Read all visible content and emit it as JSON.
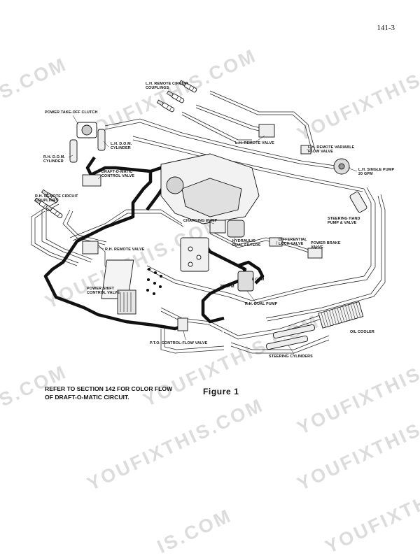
{
  "page_number": "141-3",
  "labels": {
    "lh_remote_circuit_couplings": "L.H. REMOTE CIRCUIT\nCOUPLINGS",
    "power_take_off_clutch": "POWER TAKE-OFF CLUTCH",
    "lh_dom_cylinder": "L.H. D.O.M.\nCYLINDER",
    "rh_dom_cylinder": "R.H. D.O.M.\nCYLINDER",
    "draft_o_matic_control_valve": "DRAFT-O-MATIC\nCONTROL VALVE",
    "lh_remote_valve": "L.H. REMOTE VALVE",
    "lh_remote_variable_flow_valve": "L.H. REMOTE VARIABLE\nFLOW VALVE",
    "lh_single_pump": "L.H. SINGLE PUMP\n20 GPM",
    "rh_remote_circuit_couplings": "R.H. REMOTE CIRCUIT\nCOUPLINGS",
    "charging_pump": "CHARGING PUMP",
    "steering_hand_pump": "STEERING HAND\nPUMP & VALVE",
    "hydraulic_dual_filters": "HYDRAULIC\nDUAL FILTERS",
    "rh_remote_valve": "R.H. REMOTE VALVE",
    "differential_lock_valve": "DIFFERENTIAL\nLOCK VALVE",
    "power_brake_valve": "POWER BRAKE\nVALVE",
    "power_shift_control_valve": "POWER SHIFT\nCONTROL VALVE",
    "gpm_20": "20 GPM",
    "gpm_8": "8 GPM",
    "rh_dual_pump": "R.H. DUAL PUMP",
    "oil_cooler": "OIL COOLER",
    "pto_control_flow_valve": "P.T.O. CONTROL-FLOW VALVE",
    "steering_cylinders": "STEERING CYLINDERS"
  },
  "caption": {
    "line1": "REFER TO SECTION 142 FOR COLOR FLOW",
    "line2": "OF DRAFT-O-MATIC CIRCUIT."
  },
  "figure_title": "Figure 1",
  "watermarks": [
    "S.COM",
    "YOUFIXTHIS.COM",
    "YOUFIXTHIS",
    "YOUFIXTHIS.COM",
    "S.COM",
    "YOUFIXTHIS.COM",
    "YOUFIXTHIS",
    "YOUFIXTHIS.COM",
    "YOUFIXTHIS.COM",
    "IS.COM",
    "YOUFIXTHIS"
  ]
}
